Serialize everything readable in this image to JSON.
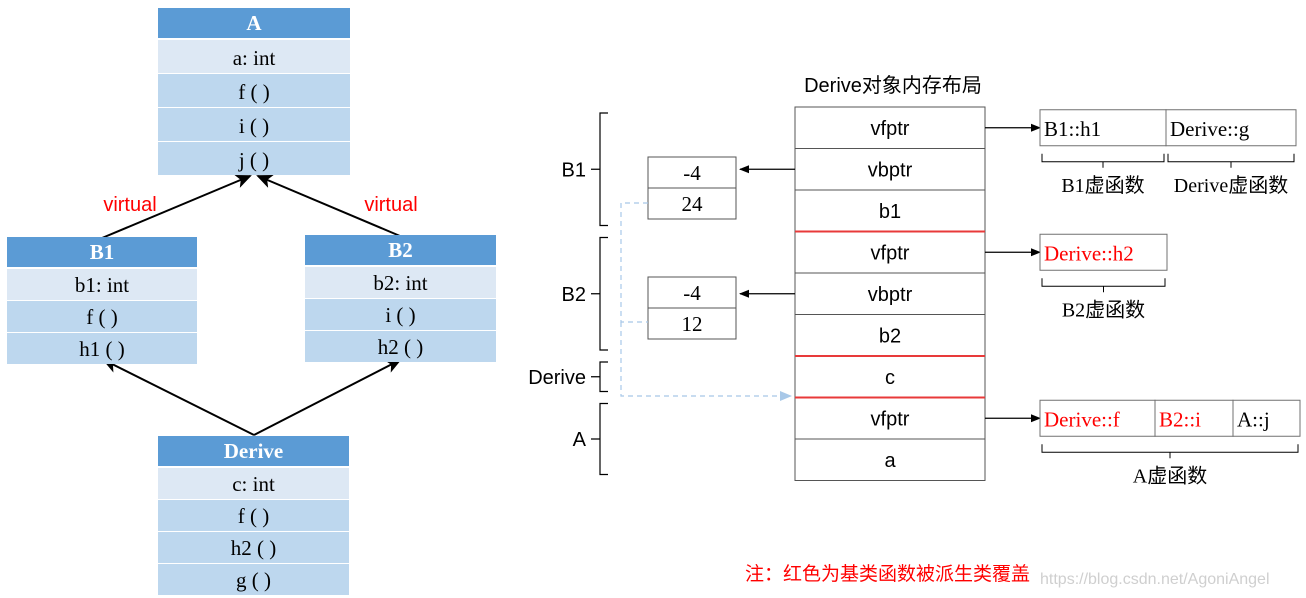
{
  "colors": {
    "class_header": "#5b9bd5",
    "class_row_first": "#dde8f4",
    "class_row": "#bdd7ee",
    "row_border": "#ffffff",
    "red": "#ff0000",
    "red_line": "#e83a3a",
    "line": "#000000",
    "cell_border": "#707070",
    "dashed": "#a8c8e8",
    "watermark": "#d0d0d0"
  },
  "classes": [
    {
      "id": "A",
      "title": "A",
      "rows": [
        "a: int",
        "f ( )",
        "i ( )",
        "j ( )"
      ]
    },
    {
      "id": "B1",
      "title": "B1",
      "rows": [
        "b1: int",
        "f ( )",
        "h1 ( )"
      ]
    },
    {
      "id": "B2",
      "title": "B2",
      "rows": [
        "b2: int",
        "i ( )",
        "h2 ( )"
      ]
    },
    {
      "id": "Derive",
      "title": "Derive",
      "rows": [
        "c: int",
        "f ( )",
        "h2 ( )",
        "g ( )"
      ]
    }
  ],
  "inheritance_labels": {
    "left": "virtual",
    "right": "virtual"
  },
  "layout_title": "Derive对象内存布局",
  "memory_rows": [
    {
      "label": "vfptr",
      "bottom_red": false
    },
    {
      "label": "vbptr",
      "bottom_red": false
    },
    {
      "label": "b1",
      "bottom_red": true
    },
    {
      "label": "vfptr",
      "bottom_red": false
    },
    {
      "label": "vbptr",
      "bottom_red": false
    },
    {
      "label": "b2",
      "bottom_red": true
    },
    {
      "label": "c",
      "bottom_red": true
    },
    {
      "label": "vfptr",
      "bottom_red": false
    },
    {
      "label": "a",
      "bottom_red": false
    }
  ],
  "groups": [
    {
      "label": "B1"
    },
    {
      "label": "B2"
    },
    {
      "label": "Derive"
    },
    {
      "label": "A"
    }
  ],
  "vbtables": [
    {
      "cells": [
        "-4",
        "24"
      ]
    },
    {
      "cells": [
        "-4",
        "12"
      ]
    }
  ],
  "vftables": [
    {
      "cells": [
        {
          "text": "B1::h1",
          "red": false
        },
        {
          "text": "Derive::g",
          "red": false
        }
      ],
      "captions": [
        "B1虚函数",
        "Derive虚函数"
      ]
    },
    {
      "cells": [
        {
          "text": "Derive::h2",
          "red": true
        }
      ],
      "captions": [
        "B2虚函数"
      ]
    },
    {
      "cells": [
        {
          "text": "Derive::f",
          "red": true
        },
        {
          "text": "B2::i",
          "red": true
        },
        {
          "text": "A::j",
          "red": false
        }
      ],
      "captions": [
        "A虚函数"
      ]
    }
  ],
  "note": "注：红色为基类函数被派生类覆盖",
  "watermark": "https://blog.csdn.net/AgoniAngel"
}
